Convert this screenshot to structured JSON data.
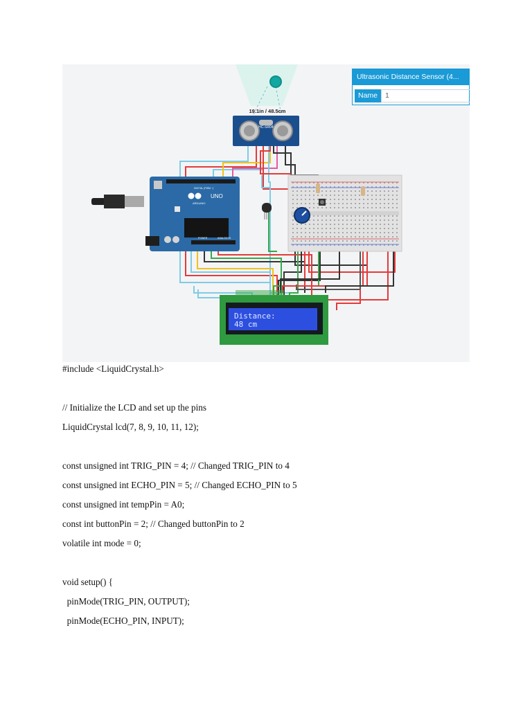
{
  "panel": {
    "title": "Ultrasonic Distance Sensor (4...",
    "name_label": "Name",
    "name_value": "1"
  },
  "sensor": {
    "reading": "19.1in / 48.5cm",
    "model": "HC-SR04"
  },
  "arduino": {
    "model": "UNO",
    "brand": "ARDUINO",
    "label_digital": "DIGITAL (PWM ~)",
    "label_power": "POWER",
    "label_analog": "ANALOG IN"
  },
  "lcd": {
    "line1": "Distance:",
    "line2": "48 cm",
    "colors": {
      "board": "#2f9a3f",
      "screen": "#2d4fe0",
      "text": "#dfe8ff"
    }
  },
  "code_lines": [
    "#include <LiquidCrystal.h>",
    "",
    "// Initialize the LCD and set up the pins",
    "LiquidCrystal lcd(7, 8, 9, 10, 11, 12);",
    "",
    "const unsigned int TRIG_PIN = 4; // Changed TRIG_PIN to 4",
    "const unsigned int ECHO_PIN = 5; // Changed ECHO_PIN to 5",
    "const unsigned int tempPin = A0;",
    "const int buttonPin = 2; // Changed buttonPin to 2",
    "volatile int mode = 0;",
    "",
    "void setup() {",
    "  pinMode(TRIG_PIN, OUTPUT);",
    "  pinMode(ECHO_PIN, INPUT);"
  ]
}
